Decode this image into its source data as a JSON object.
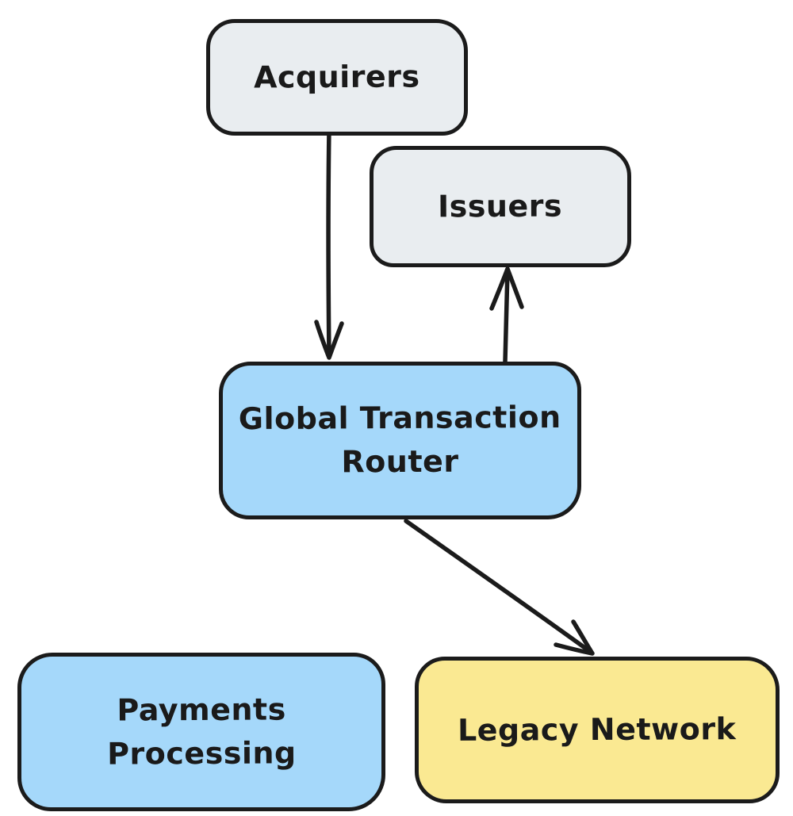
{
  "diagram": {
    "background": "#ffffff",
    "stroke_color": "#1b1b1b",
    "nodes": [
      {
        "id": "acquirers",
        "label": "Acquirers",
        "fill": "#e9edf0"
      },
      {
        "id": "issuers",
        "label": "Issuers",
        "fill": "#e9edf0"
      },
      {
        "id": "global-transaction-router",
        "label": "Global Transaction\nRouter",
        "fill": "#a5d8fa"
      },
      {
        "id": "payments-processing",
        "label": "Payments\nProcessing",
        "fill": "#a5d8fa"
      },
      {
        "id": "legacy-network",
        "label": "Legacy Network",
        "fill": "#fae992"
      }
    ],
    "edges": [
      {
        "from": "acquirers",
        "to": "global-transaction-router",
        "direction": "down"
      },
      {
        "from": "global-transaction-router",
        "to": "issuers",
        "direction": "up"
      },
      {
        "from": "global-transaction-router",
        "to": "legacy-network",
        "direction": "down-right"
      }
    ]
  }
}
